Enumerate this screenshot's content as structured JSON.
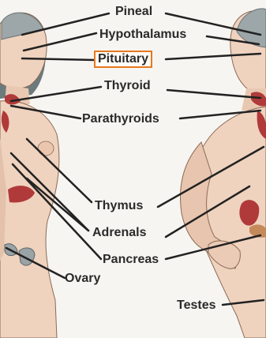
{
  "labels": {
    "pineal": "Pineal",
    "hypothalamus": "Hypothalamus",
    "pituitary": "Pituitary",
    "thyroid": "Thyroid",
    "parathyroids": "Parathyroids",
    "thymus": "Thymus",
    "adrenals": "Adrenals",
    "pancreas": "Pancreas",
    "ovary": "Ovary",
    "testes": "Testes"
  },
  "highlighted": "pituitary",
  "colors": {
    "skin": "#efd3bf",
    "brain": "#9da6a8",
    "organ": "#b03a3a",
    "highlight": "#e8781e",
    "line": "#222222",
    "text": "#2a2a2a"
  }
}
